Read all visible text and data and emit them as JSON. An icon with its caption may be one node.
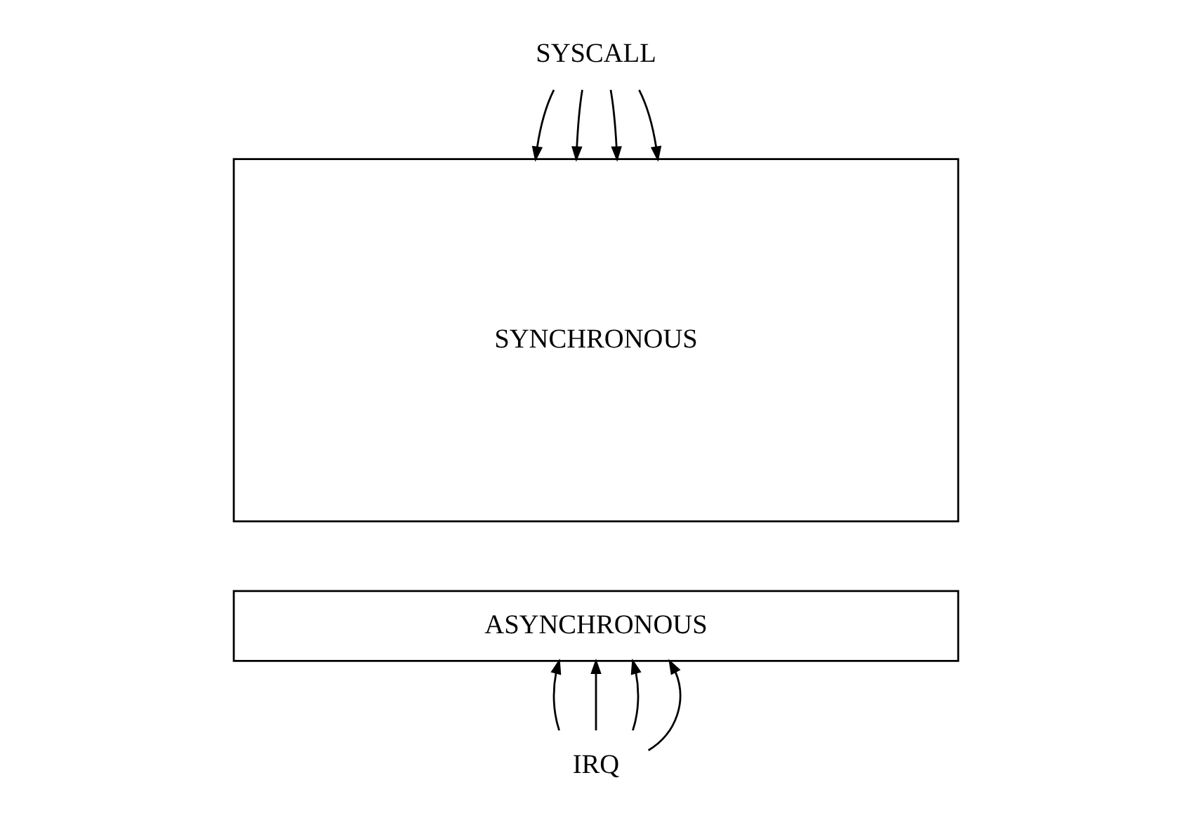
{
  "diagram": {
    "nodes": [
      {
        "text": [
          "SYSCALL"
        ]
      },
      {
        "text": [
          "SYNCHRONOUS"
        ]
      },
      {
        "text": [
          "ASYNCHRONOUS"
        ]
      },
      {
        "text": [
          "IRQ"
        ]
      }
    ],
    "edges": [
      {
        "from": 0,
        "to": 1,
        "arrow": "to"
      },
      {
        "from": 0,
        "to": 1,
        "arrow": "to"
      },
      {
        "from": 0,
        "to": 1,
        "arrow": "to"
      },
      {
        "from": 0,
        "to": 1,
        "arrow": "to"
      },
      {
        "from": 3,
        "to": 2,
        "arrow": "to"
      },
      {
        "from": 3,
        "to": 2,
        "arrow": "to"
      },
      {
        "from": 3,
        "to": 2,
        "arrow": "to"
      },
      {
        "from": 3,
        "to": 2,
        "arrow": "to"
      }
    ]
  }
}
